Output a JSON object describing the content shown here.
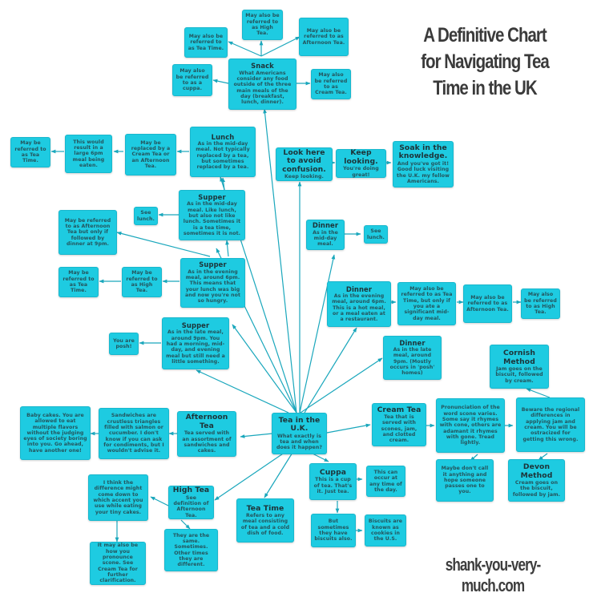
{
  "title": "A Definitive Chart for Navigating Tea Time in the UK",
  "title_lines": [
    "A Definitive Chart",
    "for Navigating Tea",
    "Time in the UK"
  ],
  "credit": "shank-you-very-much.com",
  "colors": {
    "box_fill": "#1ecbe1",
    "box_border": "#19b7cd",
    "text_dark": "#1d3338",
    "line": "#1aa7bc",
    "title": "#3a3a3a"
  },
  "nodes": {
    "root": {
      "heading": "Tea in the U.K.",
      "body": "What exactly is tea and when does it happen?"
    },
    "snack": {
      "heading": "Snack",
      "body": "What Americans consider any food outside of the three main meals of the day (breakfast, lunch, dinner)."
    },
    "snack_tea_time": {
      "body": "May also be referred to as Tea Time."
    },
    "snack_high_tea": {
      "body": "May also be referred to as High Tea."
    },
    "snack_afternoon": {
      "body": "May also be referred to as Afternoon Tea."
    },
    "snack_cuppa": {
      "body": "May also be referred to as a cuppa."
    },
    "snack_cream": {
      "body": "May also be referred to as Cream Tea."
    },
    "lunch": {
      "heading": "Lunch",
      "body": "As in the mid-day meal. Not typically replaced by a tea, but sometimes replaced by a tea."
    },
    "lunch_replaced": {
      "body": "May be replaced by a Cream Tea or an Afternoon Tea."
    },
    "lunch_result": {
      "body": "This would result in a large 6pm meal being eaten."
    },
    "lunch_teatime": {
      "body": "May be referred to as Tea Time."
    },
    "supper_mid": {
      "heading": "Supper",
      "body": "As in the mid-day meal. Like lunch, but also not like lunch. Sometimes it is a tea time, sometimes it is not."
    },
    "supper_mid_see": {
      "body": "See lunch."
    },
    "supper_eve": {
      "heading": "Supper",
      "body": "As in the evening meal, around 6pm. This means that your lunch was big and now you're not so hungry."
    },
    "supper_eve_afternoon": {
      "body": "May be referred to as Afternoon Tea but only if followed by dinner at 9pm."
    },
    "supper_eve_high": {
      "body": "May be referred to as High Tea."
    },
    "supper_eve_teatime": {
      "body": "May be referred to as Tea Time."
    },
    "supper_late": {
      "heading": "Supper",
      "body": "As in the late meal, around 9pm. You had a morning, mid-day, and evening meal but still need a little something."
    },
    "supper_late_posh": {
      "body": "You are posh!"
    },
    "look_here": {
      "heading": "Look here to avoid confusion.",
      "body": "Keep looking."
    },
    "keep_looking": {
      "heading": "Keep looking.",
      "body": "You're doing great!"
    },
    "soak": {
      "heading": "Soak in the knowledge.",
      "body": "And you've got it! Good luck visiting the U.K. my fellow Americans."
    },
    "dinner_mid": {
      "heading": "Dinner",
      "body": "As in the mid-day meal."
    },
    "dinner_mid_see": {
      "body": "See lunch."
    },
    "dinner_eve": {
      "heading": "Dinner",
      "body": "As in the evening meal, around 6pm. This is a hot meal, or a meal eaten at a restaurant."
    },
    "dinner_eve_teatime": {
      "body": "May also be referred to as Tea Time, but only if you ate a significant mid-day meal."
    },
    "dinner_eve_afternoon": {
      "body": "May also be referred to as Afternoon Tea."
    },
    "dinner_eve_high": {
      "body": "May also be referred to as High Tea."
    },
    "dinner_late": {
      "heading": "Dinner",
      "body": "As in the late meal, around 9pm. (Mostly occurs in 'posh' homes)"
    },
    "cornish": {
      "heading": "Cornish Method",
      "body": "Jam goes on the biscuit, followed by cream."
    },
    "afternoon": {
      "heading": "Afternoon Tea",
      "body": "Tea served with an assortment of sandwiches and cakes."
    },
    "sandwiches": {
      "body": "Sandwiches are crustless triangles filled with salmon or cucumber. I don't know if you can ask for condiments, but I wouldn't advise it."
    },
    "baby_cakes": {
      "body": "Baby cakes. You are allowed to eat multiple flavors without the judging eyes of society boring into you. Go ahead, have another one!"
    },
    "cream_tea": {
      "heading": "Cream Tea",
      "body": "Tea that is served with scones, jam, and clotted cream."
    },
    "pronunciation": {
      "body": "Pronunciation of the word scone varies. Some say it rhymes with cone, others are adamant it rhymes with gone. Tread lightly."
    },
    "beware": {
      "body": "Beware the regional differences in applying jam and cream. You will be ostracized for getting this wrong."
    },
    "maybe_dont": {
      "body": "Maybe don't call it anything and hope someone passes one to you."
    },
    "devon": {
      "heading": "Devon Method",
      "body": "Cream goes on the biscuit, followed by jam."
    },
    "cuppa": {
      "heading": "Cuppa",
      "body": "This is a cup of tea. That's it. Just tea."
    },
    "cuppa_any_time": {
      "body": "This can occur at any time of the day."
    },
    "cuppa_biscuits": {
      "body": "But sometimes they have biscuits also."
    },
    "biscuits_cookies": {
      "body": "Biscuits are known as cookies in the U.S."
    },
    "high_tea": {
      "heading": "High Tea",
      "body": "See definition of Afternoon Tea."
    },
    "high_tea_accent": {
      "body": "I think the difference might come down to which accent you use while eating your tiny cakes."
    },
    "high_tea_scone": {
      "body": "It may also be how you pronounce scone. See Cream Tea for further clarification."
    },
    "high_tea_same": {
      "body": "They are the same. Sometimes. Other times they are different."
    },
    "tea_time": {
      "heading": "Tea Time",
      "body": "Refers to any meal consisting of tea and a cold dish of food."
    }
  }
}
